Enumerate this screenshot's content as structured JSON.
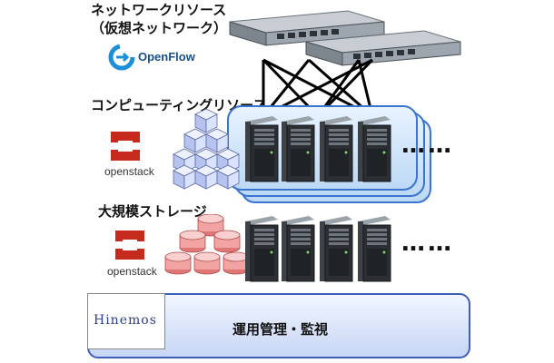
{
  "network": {
    "title_line1": "ネットワークリソース",
    "title_line2": "（仮想ネットワーク）",
    "brand": "OpenFlow"
  },
  "computing": {
    "title": "コンピューティングリソース",
    "brand": "openstack",
    "ellipsis": "……"
  },
  "storage": {
    "title": "大規模ストレージ",
    "brand": "openstack",
    "ellipsis": "……"
  },
  "management": {
    "logo": "Hinemos",
    "title": "運用管理・監視"
  },
  "colors": {
    "openstack_red": "#c52a1d",
    "tray_border": "#3b73d1",
    "band_border": "#3d5fb8",
    "cube_blue": "#d9e2ff",
    "cylinder_red": "#f2a3a3",
    "openflow_blue": "#1d8ed8"
  },
  "icons": [
    "network-switch-icon",
    "server-tower-icon",
    "cube-stack-icon",
    "cylinder-stack-icon",
    "openstack-logo-icon",
    "openflow-logo-icon"
  ]
}
